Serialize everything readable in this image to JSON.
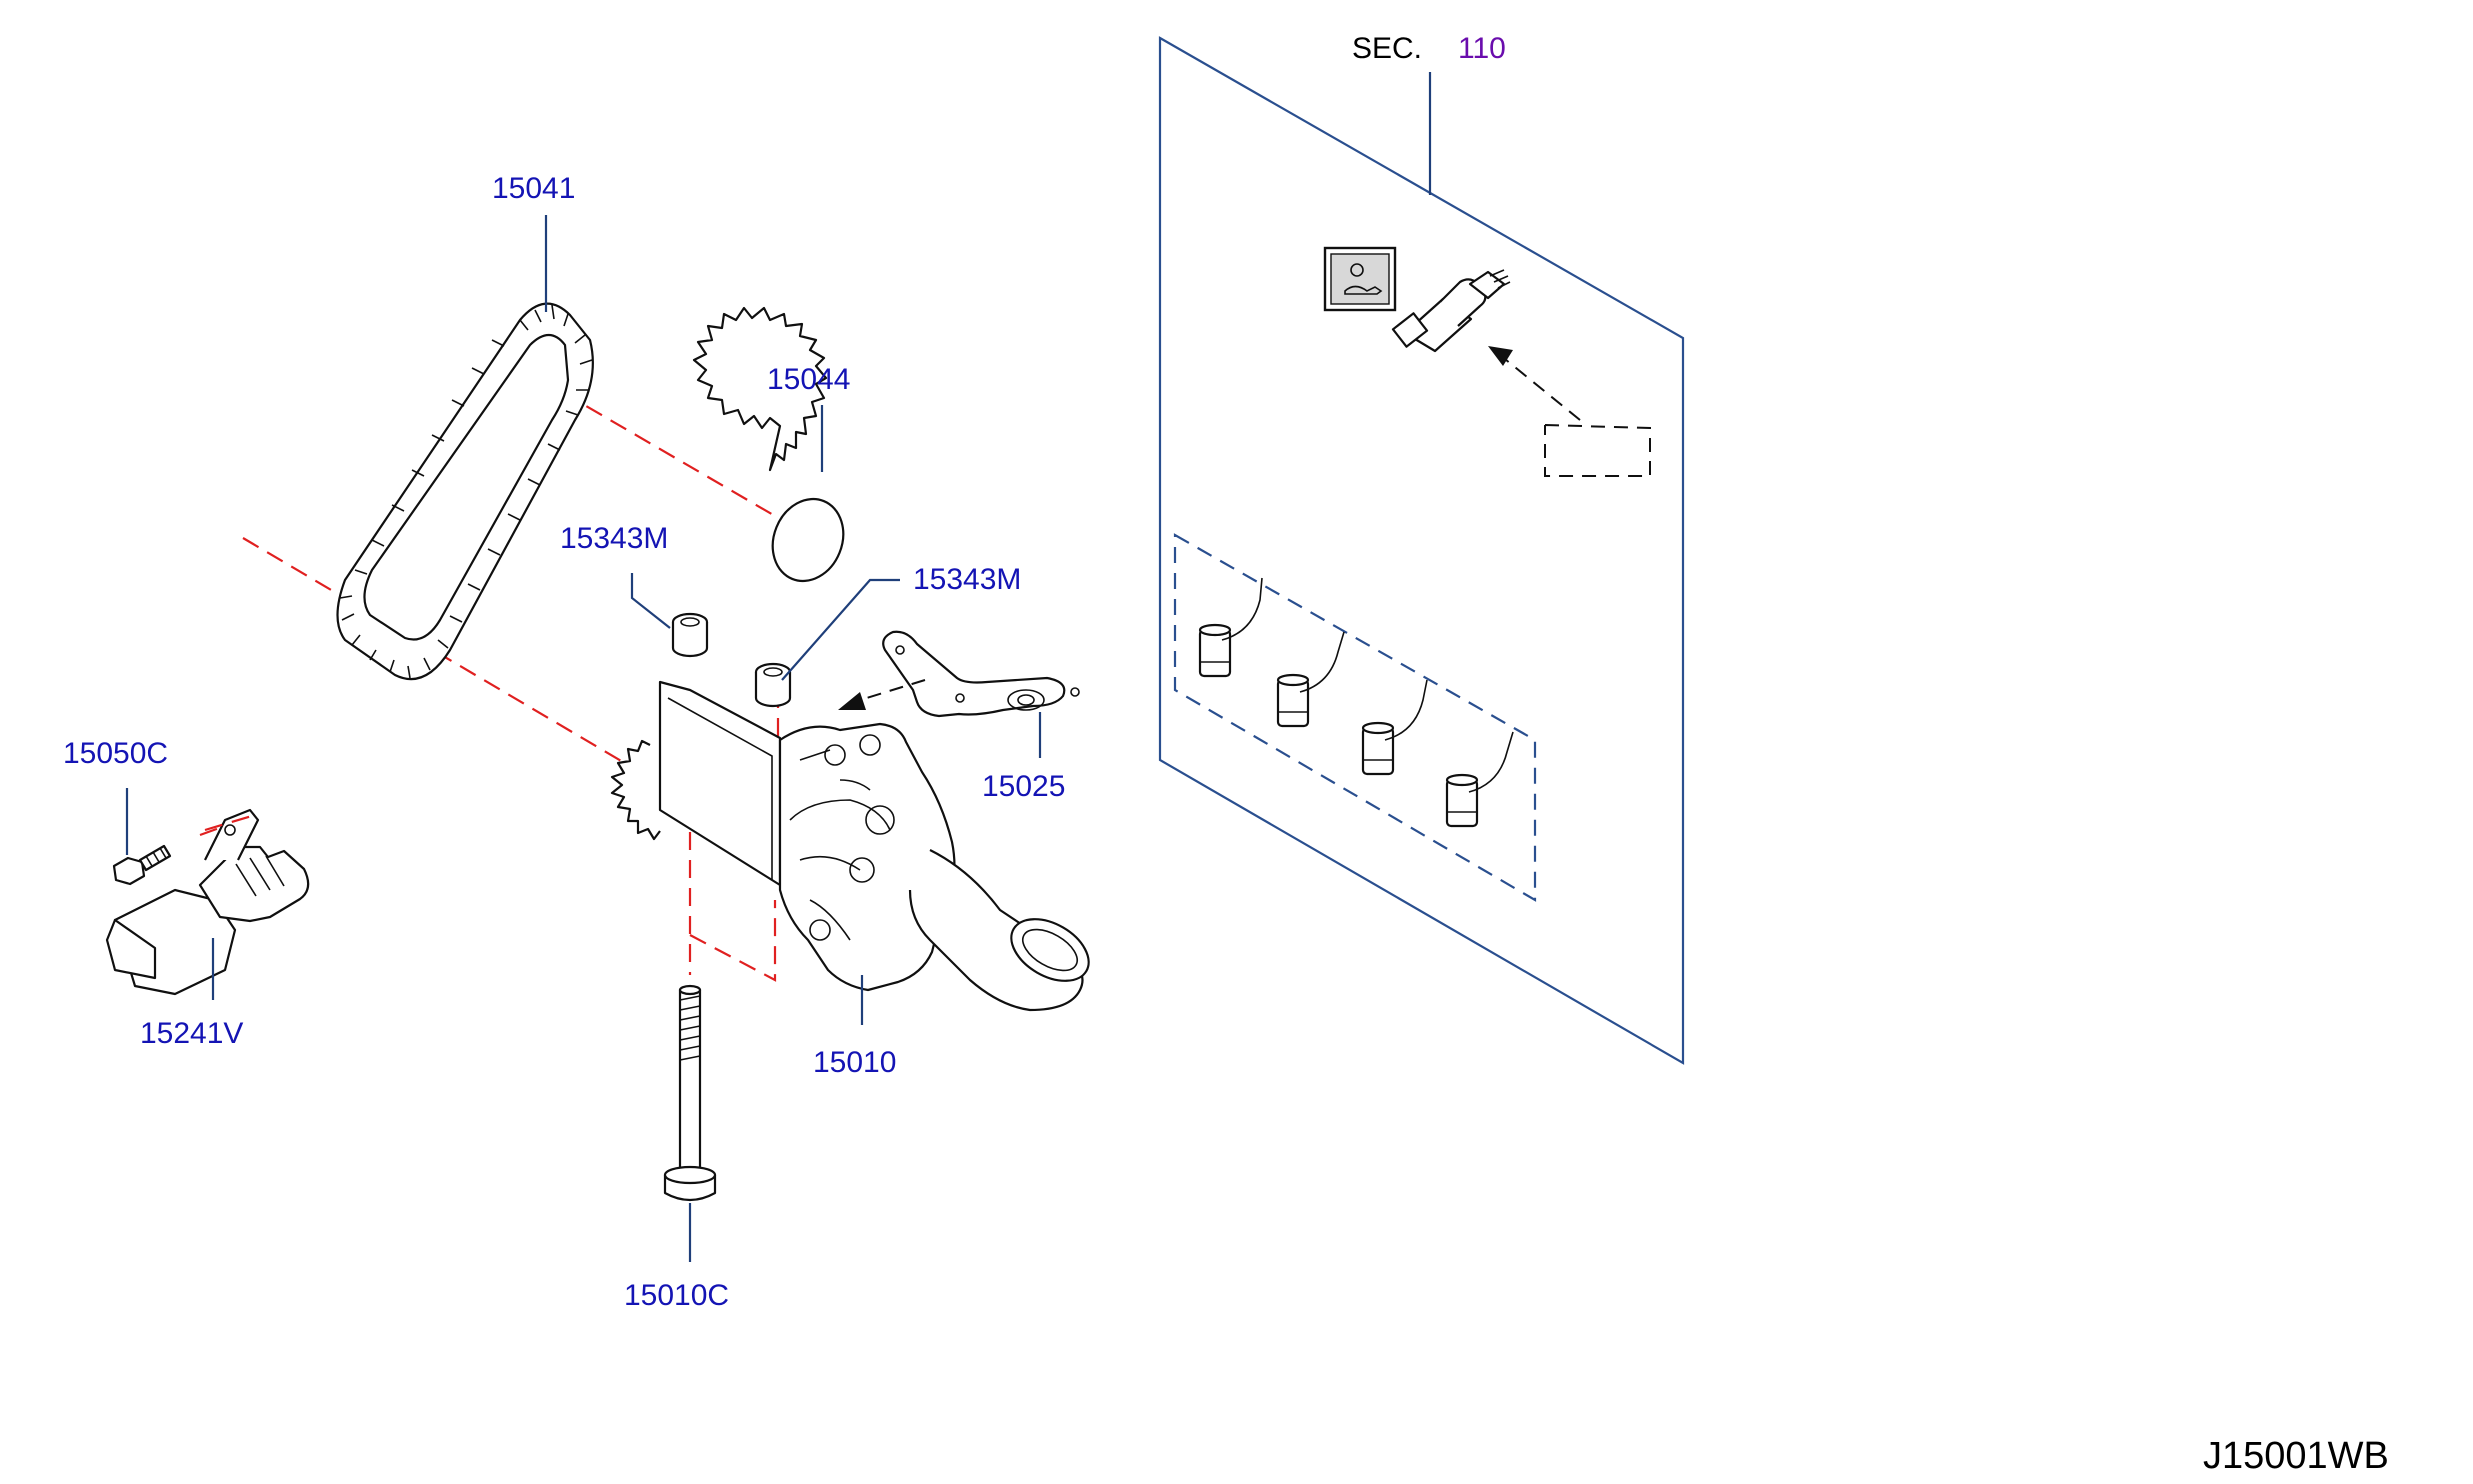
{
  "diagram_id": "J15001WB",
  "section_ref": {
    "prefix": "SEC.",
    "number": "110"
  },
  "callouts": [
    {
      "key": "15041",
      "label": "15041",
      "name": "callout-15041"
    },
    {
      "key": "15044",
      "label": "15044",
      "name": "callout-15044"
    },
    {
      "key": "15343M_a",
      "label": "15343M",
      "name": "callout-15343m-left"
    },
    {
      "key": "15343M_b",
      "label": "15343M",
      "name": "callout-15343m-right"
    },
    {
      "key": "15050C",
      "label": "15050C",
      "name": "callout-15050c"
    },
    {
      "key": "15025",
      "label": "15025",
      "name": "callout-15025"
    },
    {
      "key": "15241V",
      "label": "15241V",
      "name": "callout-15241v"
    },
    {
      "key": "15010",
      "label": "15010",
      "name": "callout-15010"
    },
    {
      "key": "15010C",
      "label": "15010C",
      "name": "callout-15010c"
    }
  ],
  "colors": {
    "part_number": "#1414b4",
    "section_number": "#6a0dad",
    "leader_line": "#1f3f7a",
    "centerline": "#e02020"
  },
  "icons": {
    "oil_pressure_symbol": "oil-pressure-warning-icon"
  }
}
